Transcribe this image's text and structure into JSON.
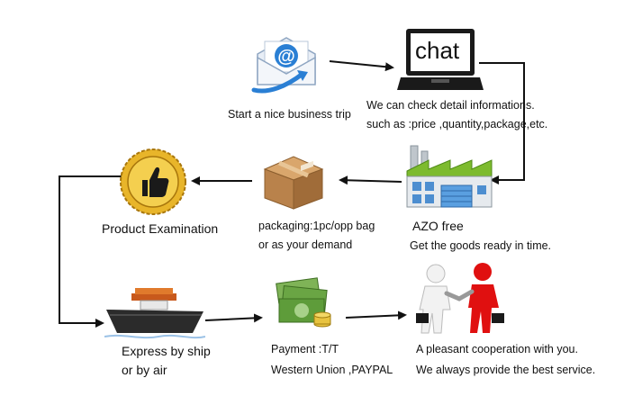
{
  "steps": {
    "email": {
      "caption": "Start a nice business trip",
      "icon": "email-at-icon"
    },
    "chat": {
      "screen_text": "chat",
      "caption_line1": "We can check detail informations.",
      "caption_line2": "such as :price ,quantity,package,etc.",
      "icon": "laptop-chat-icon"
    },
    "factory": {
      "caption_line1": "AZO free",
      "caption_line2": "Get the goods ready in time.",
      "icon": "factory-icon"
    },
    "packaging": {
      "caption_line1": "packaging:1pc/opp bag",
      "caption_line2": "or as your demand",
      "icon": "cardboard-box-icon"
    },
    "examination": {
      "caption": "Product Examination",
      "icon": "gold-thumbs-up-seal-icon"
    },
    "shipping": {
      "caption_line1": "Express by ship",
      "caption_line2": "or by air",
      "icon": "cargo-ship-icon"
    },
    "payment": {
      "caption_line1": "Payment :T/T",
      "caption_line2": "Western Union ,PAYPAL",
      "icon": "money-stack-icon"
    },
    "cooperation": {
      "caption_line1": "A pleasant cooperation with you.",
      "caption_line2": "We always provide the best service.",
      "icon": "handshake-figures-icon"
    }
  },
  "colors": {
    "arrow": "#111111",
    "gold": "#d9a21b",
    "box": "#b9824b",
    "money": "#5e9c3a",
    "ship_hull": "#2b2b2b",
    "person_red": "#e01010",
    "factory_roof": "#7dbb2e",
    "email_blue": "#2a7fd4"
  }
}
